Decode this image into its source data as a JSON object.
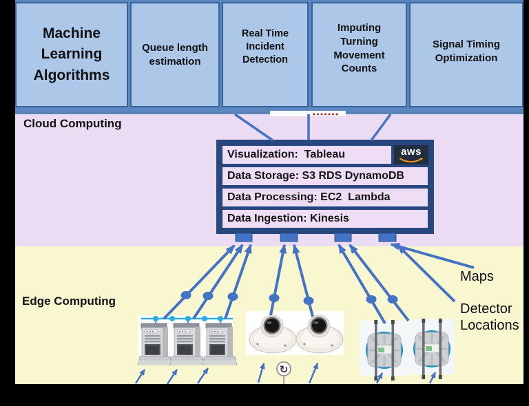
{
  "header_boxes": [
    {
      "label": "Machine Learning Algorithms"
    },
    {
      "label": "Queue length estimation"
    },
    {
      "label": "Real Time Incident Detection"
    },
    {
      "label": "Imputing Turning Movement Counts"
    },
    {
      "label": "Signal Timing Optimization"
    }
  ],
  "cloud": {
    "section_label": "Cloud Computing",
    "stack_rows": [
      {
        "label": "Visualization:  Tableau"
      },
      {
        "label": "Data Storage: S3 RDS DynamoDB"
      },
      {
        "label": "Data Processing: EC2  Lambda"
      },
      {
        "label": "Data Ingestion: Kinesis"
      }
    ],
    "aws_logo_text": "aws"
  },
  "edge": {
    "section_label": "Edge Computing",
    "annotations": {
      "maps": "Maps",
      "detector_locations": "Detector Locations"
    },
    "devices": [
      "traffic-signal-cabinets",
      "dome-cameras",
      "wireless-detectors"
    ]
  },
  "icons": {
    "rotate": "↻",
    "aws_smile": "aws-smile-arrow"
  },
  "colors": {
    "header_box_fill": "#adc7e8",
    "header_box_border": "#37629c",
    "header_backing": "#5b86bd",
    "cloud_band": "#ecdcf3",
    "edge_band": "#f9f7d0",
    "stack_navy": "#27477e",
    "stack_row_fill": "#eeddf5",
    "arrow_blue": "#4472c4",
    "network_cyan": "#2bade2",
    "aws_navy": "#232f3e",
    "aws_orange": "#f29111",
    "spellcheck_red": "#cc0000"
  }
}
